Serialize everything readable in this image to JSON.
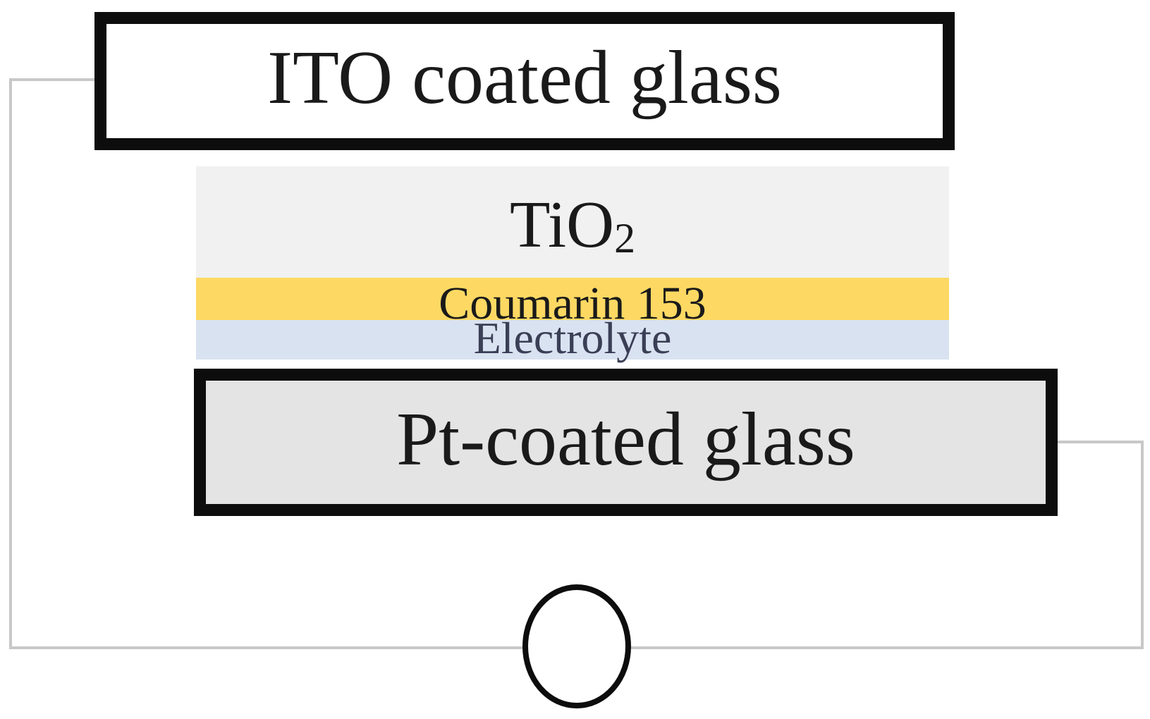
{
  "diagram": {
    "layers": {
      "top_electrode": "ITO coated glass",
      "oxide": {
        "text": "TiO",
        "subscript": "2"
      },
      "dye": "Coumarin 153",
      "electrolyte": "Electrolyte",
      "counter_electrode": "Pt-coated glass"
    },
    "colors": {
      "oxide_fill": "#f1f1f1",
      "dye_fill": "#fdd963",
      "electrolyte_fill": "#d9e2f1",
      "counter_electrode_fill": "#e4e4e4",
      "wire": "#c8c8c8",
      "border": "#0d0d0d"
    },
    "load_symbol": "circle"
  }
}
